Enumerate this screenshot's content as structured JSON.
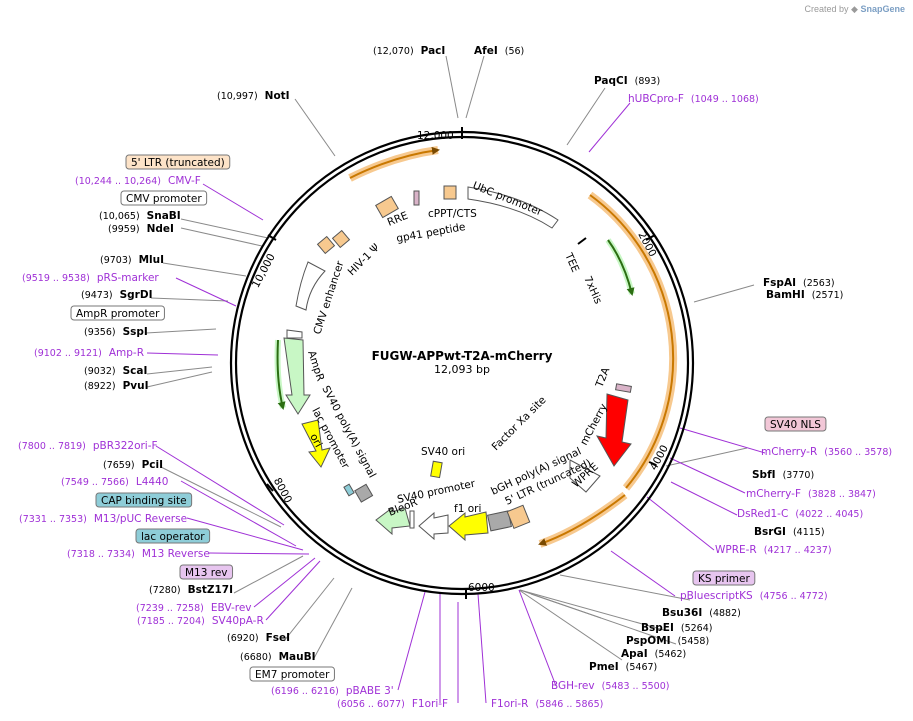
{
  "credit": {
    "prefix": "Created by",
    "brand": "SnapGene"
  },
  "plasmid": {
    "name": "FUGW-APPwt-T2A-mCherry",
    "size": "12,093 bp",
    "length": 12093
  },
  "ticks": [
    {
      "label": "2000",
      "pos": 2000
    },
    {
      "label": "4000",
      "pos": 4000
    },
    {
      "label": "6000",
      "pos": 6000
    },
    {
      "label": "8000",
      "pos": 8000
    },
    {
      "label": "10,000",
      "pos": 10000
    },
    {
      "label": "12,000",
      "pos": 12000
    }
  ],
  "site_labels": [
    {
      "name": "PacI",
      "num": "(12,070)",
      "kind": "site"
    },
    {
      "name": "AfeI",
      "num": "(56)",
      "kind": "site"
    },
    {
      "name": "PaqCI",
      "num": "(893)",
      "kind": "site"
    },
    {
      "name": "hUBCpro-F",
      "num": "(1049 .. 1068)",
      "kind": "primer"
    },
    {
      "name": "NotI",
      "num": "(10,997)",
      "kind": "site"
    },
    {
      "name": "5' LTR (truncated)",
      "num": "",
      "kind": "box-orange"
    },
    {
      "name": "CMV-F",
      "num": "(10,244 .. 10,264)",
      "kind": "primer"
    },
    {
      "name": "CMV promoter",
      "num": "",
      "kind": "box-white"
    },
    {
      "name": "SnaBI",
      "num": "(10,065)",
      "kind": "site"
    },
    {
      "name": "NdeI",
      "num": "(9959)",
      "kind": "site"
    },
    {
      "name": "MluI",
      "num": "(9703)",
      "kind": "site"
    },
    {
      "name": "pRS-marker",
      "num": "(9519 .. 9538)",
      "kind": "primer"
    },
    {
      "name": "SgrDI",
      "num": "(9473)",
      "kind": "site"
    },
    {
      "name": "AmpR promoter",
      "num": "",
      "kind": "box-white"
    },
    {
      "name": "SspI",
      "num": "(9356)",
      "kind": "site"
    },
    {
      "name": "Amp-R",
      "num": "(9102 .. 9121)",
      "kind": "primer"
    },
    {
      "name": "ScaI",
      "num": "(9032)",
      "kind": "site"
    },
    {
      "name": "PvuI",
      "num": "(8922)",
      "kind": "site"
    },
    {
      "name": "pBR322ori-F",
      "num": "(7800 .. 7819)",
      "kind": "primer"
    },
    {
      "name": "PciI",
      "num": "(7659)",
      "kind": "site"
    },
    {
      "name": "L4440",
      "num": "(7549 .. 7566)",
      "kind": "primer"
    },
    {
      "name": "CAP binding site",
      "num": "",
      "kind": "box-blue"
    },
    {
      "name": "M13/pUC Reverse",
      "num": "(7331 .. 7353)",
      "kind": "primer"
    },
    {
      "name": "lac operator",
      "num": "",
      "kind": "box-blue"
    },
    {
      "name": "M13 Reverse",
      "num": "(7318 .. 7334)",
      "kind": "primer"
    },
    {
      "name": "M13 rev",
      "num": "",
      "kind": "box-purple"
    },
    {
      "name": "BstZ17I",
      "num": "(7280)",
      "kind": "site"
    },
    {
      "name": "EBV-rev",
      "num": "(7239 .. 7258)",
      "kind": "primer"
    },
    {
      "name": "SV40pA-R",
      "num": "(7185 .. 7204)",
      "kind": "primer"
    },
    {
      "name": "FseI",
      "num": "(6920)",
      "kind": "site"
    },
    {
      "name": "MauBI",
      "num": "(6680)",
      "kind": "site"
    },
    {
      "name": "EM7 promoter",
      "num": "",
      "kind": "box-white"
    },
    {
      "name": "pBABE 3'",
      "num": "(6196 .. 6216)",
      "kind": "primer"
    },
    {
      "name": "F1ori-F",
      "num": "(6056 .. 6077)",
      "kind": "primer"
    },
    {
      "name": "F1ori-R",
      "num": "(5846 .. 5865)",
      "kind": "primer"
    },
    {
      "name": "BGH-rev",
      "num": "(5483 .. 5500)",
      "kind": "primer"
    },
    {
      "name": "PmeI",
      "num": "(5467)",
      "kind": "site"
    },
    {
      "name": "ApaI",
      "num": "(5462)",
      "kind": "site"
    },
    {
      "name": "PspOMI",
      "num": "(5458)",
      "kind": "site"
    },
    {
      "name": "BspEI",
      "num": "(5264)",
      "kind": "site"
    },
    {
      "name": "Bsu36I",
      "num": "(4882)",
      "kind": "site"
    },
    {
      "name": "pBluescriptKS",
      "num": "(4756 .. 4772)",
      "kind": "primer"
    },
    {
      "name": "KS primer",
      "num": "",
      "kind": "box-purple"
    },
    {
      "name": "WPRE-R",
      "num": "(4217 .. 4237)",
      "kind": "primer"
    },
    {
      "name": "BsrGI",
      "num": "(4115)",
      "kind": "site"
    },
    {
      "name": "DsRed1-C",
      "num": "(4022 .. 4045)",
      "kind": "primer"
    },
    {
      "name": "mCherry-F",
      "num": "(3828 .. 3847)",
      "kind": "primer"
    },
    {
      "name": "SbfI",
      "num": "(3770)",
      "kind": "site"
    },
    {
      "name": "mCherry-R",
      "num": "(3560 .. 3578)",
      "kind": "primer"
    },
    {
      "name": "SV40 NLS",
      "num": "",
      "kind": "box-pink"
    },
    {
      "name": "FspAI",
      "num": "(2563)",
      "kind": "site"
    },
    {
      "name": "BamHI",
      "num": "(2571)",
      "kind": "site"
    }
  ],
  "inner_labels": [
    "UbC promoter",
    "cPPT/CTS",
    "RRE",
    "gp41 peptide",
    "HIV-1 Ψ",
    "CMV enhancer",
    "AmpR",
    "SV40 poly(A) signal",
    "lac promoter",
    "ori",
    "SV40 ori",
    "SV40 promoter",
    "BleoR",
    "f1 ori",
    "bGH poly(A) signal",
    "5' LTR (truncated)",
    "Factor Xa site",
    "mCherry",
    "T2A",
    "WPRE",
    "TEE",
    "7xHis"
  ],
  "colors": {
    "primer": "#9f30d6",
    "feature_orange": "#f7c98f",
    "feature_yellow": "#ffff00",
    "feature_red": "#ff0000",
    "feature_green": "#c8f7c5",
    "feature_gray": "#a9a9a9",
    "box_blue": "#8ecdd8",
    "box_pink": "#f2c7d7",
    "box_purple": "#e7c5ef",
    "backbone": "#000000"
  }
}
